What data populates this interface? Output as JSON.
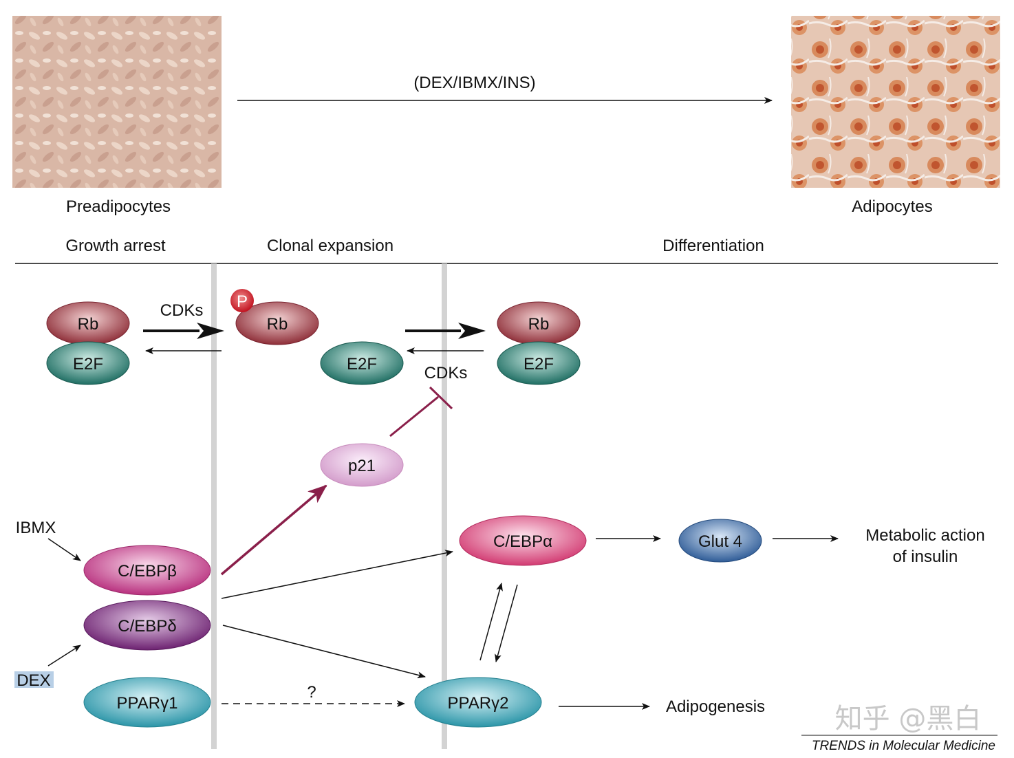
{
  "header": {
    "treatment": "(DEX/IBMX/INS)",
    "left_image_label": "Preadipocytes",
    "right_image_label": "Adipocytes"
  },
  "phases": [
    "Growth arrest",
    "Clonal expansion",
    "Differentiation"
  ],
  "nodes": {
    "rb1": "Rb",
    "e2f1": "E2F",
    "rb2": "Rb",
    "phospho": "P",
    "e2f2": "E2F",
    "rb3": "Rb",
    "e2f3": "E2F",
    "p21": "p21",
    "cebpb": "C/EBPβ",
    "cebpd": "C/EBPδ",
    "pparg1": "PPARγ1",
    "cebpa": "C/EBPα",
    "glut4": "Glut 4",
    "pparg2": "PPARγ2"
  },
  "labels": {
    "cdks_top": "CDKs",
    "cdks_inhibited": "CDKs",
    "ibmx": "IBMX",
    "dex": "DEX",
    "question": "?",
    "metabolic_line1": "Metabolic action",
    "metabolic_line2": "of insulin",
    "adipogenesis": "Adipogenesis"
  },
  "footer": "TRENDS in Molecular Medicine",
  "watermark": "知乎 @黑白",
  "colors": {
    "rb": "#9b3a44",
    "e2f": "#2f7f72",
    "p21": "#d9a8cf",
    "cebpb": "#c23f8c",
    "cebpd": "#7b2b7e",
    "pparg": "#3fa1b3",
    "cebpa": "#d94a7e",
    "glut4": "#3b6aa6",
    "inhibit": "#8a1f4a",
    "phase_bar": "#d3d3d3"
  }
}
